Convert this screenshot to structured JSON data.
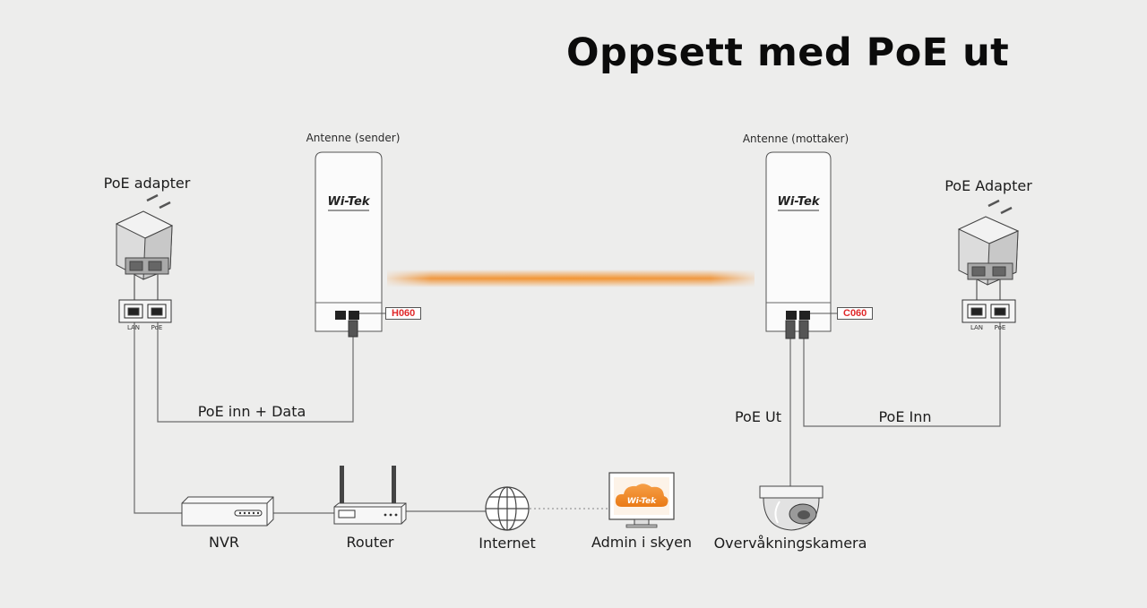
{
  "title": "Oppsett med PoE ut",
  "brand": {
    "logo": "Wi-Tek",
    "accent": "#f08a24",
    "tag_red": "#e0282a"
  },
  "left_adapter": {
    "label": "PoE adapter",
    "port_lan": "LAN",
    "port_poe": "PoE"
  },
  "right_adapter": {
    "label": "PoE Adapter",
    "port_lan": "LAN",
    "port_poe": "PoE"
  },
  "sender": {
    "label": "Antenne (sender)",
    "model": "H060"
  },
  "receiver": {
    "label": "Antenne (mottaker)",
    "model": "C060"
  },
  "links": {
    "poe_in_data": "PoE inn + Data",
    "poe_out": "PoE Ut",
    "poe_in": "PoE Inn"
  },
  "devices": {
    "nvr": "NVR",
    "router": "Router",
    "internet": "Internet",
    "cloud": "Admin i skyen",
    "camera": "Overvåkningskamera"
  }
}
